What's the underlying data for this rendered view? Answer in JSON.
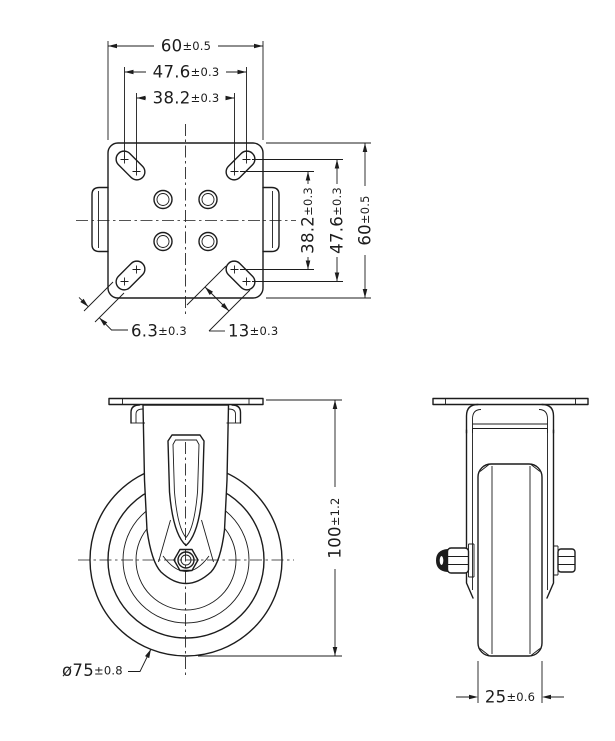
{
  "colors": {
    "line": "#1c1c1c",
    "background": "#ffffff"
  },
  "top_view": {
    "dim_plate_width": {
      "value": "60",
      "tol": "±0.5"
    },
    "dim_bolt_spacing_outer": {
      "value": "47.6",
      "tol": "±0.3"
    },
    "dim_bolt_spacing_inner": {
      "value": "38.2",
      "tol": "±0.3"
    },
    "dim_slot_width": {
      "value": "6.3",
      "tol": "±0.3"
    },
    "dim_slot_length": {
      "value": "13",
      "tol": "±0.3"
    }
  },
  "front_view": {
    "dim_overall_height": {
      "value": "100",
      "tol": "±1.2"
    },
    "dim_wheel_diameter": {
      "value": "ø75",
      "tol": "±0.8"
    }
  },
  "side_view": {
    "dim_wheel_width": {
      "value": "25",
      "tol": "±0.6"
    }
  }
}
